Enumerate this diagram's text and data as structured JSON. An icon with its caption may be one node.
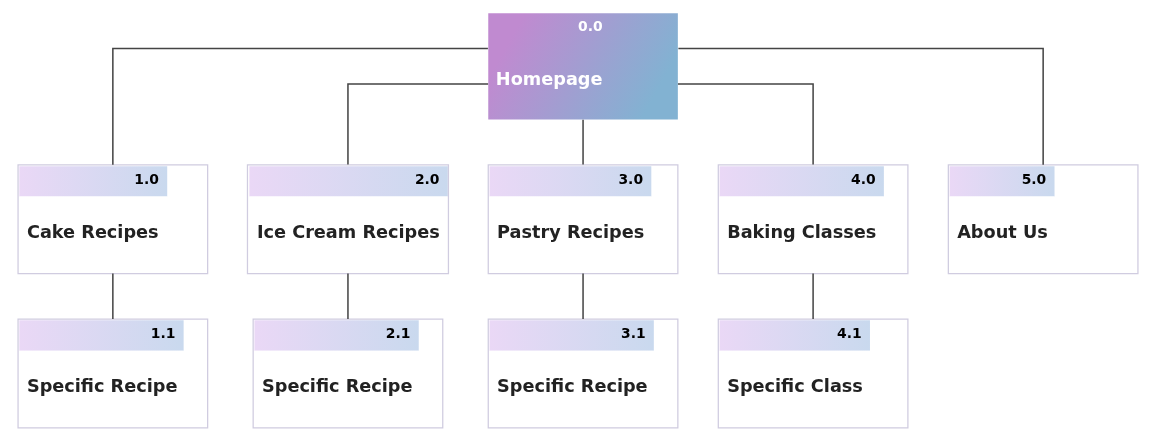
{
  "diagram": {
    "nodes": [
      {
        "text": [
          "0.0",
          "Homepage"
        ]
      },
      {
        "text": [
          "1.0",
          "Cake Recipes"
        ]
      },
      {
        "text": [
          "2.0",
          "Ice Cream Recipes"
        ]
      },
      {
        "text": [
          "3.0",
          "Pastry Recipes"
        ]
      },
      {
        "text": [
          "4.0",
          "Baking Classes"
        ]
      },
      {
        "text": [
          "5.0",
          "About Us"
        ]
      },
      {
        "text": [
          "1.1",
          "Specific Recipe"
        ]
      },
      {
        "text": [
          "2.1",
          "Specific Recipe"
        ]
      },
      {
        "text": [
          "3.1",
          "Specific Recipe"
        ]
      },
      {
        "text": [
          "4.1",
          "Specific Class"
        ]
      }
    ],
    "edges": [
      {
        "from": 0,
        "to": 1,
        "arrow": "none"
      },
      {
        "from": 0,
        "to": 2,
        "arrow": "none"
      },
      {
        "from": 0,
        "to": 3,
        "arrow": "none"
      },
      {
        "from": 0,
        "to": 4,
        "arrow": "none"
      },
      {
        "from": 0,
        "to": 5,
        "arrow": "none"
      },
      {
        "from": 1,
        "to": 6,
        "arrow": "none"
      },
      {
        "from": 2,
        "to": 7,
        "arrow": "none"
      },
      {
        "from": 3,
        "to": 8,
        "arrow": "none"
      },
      {
        "from": 4,
        "to": 9,
        "arrow": "none"
      }
    ]
  }
}
